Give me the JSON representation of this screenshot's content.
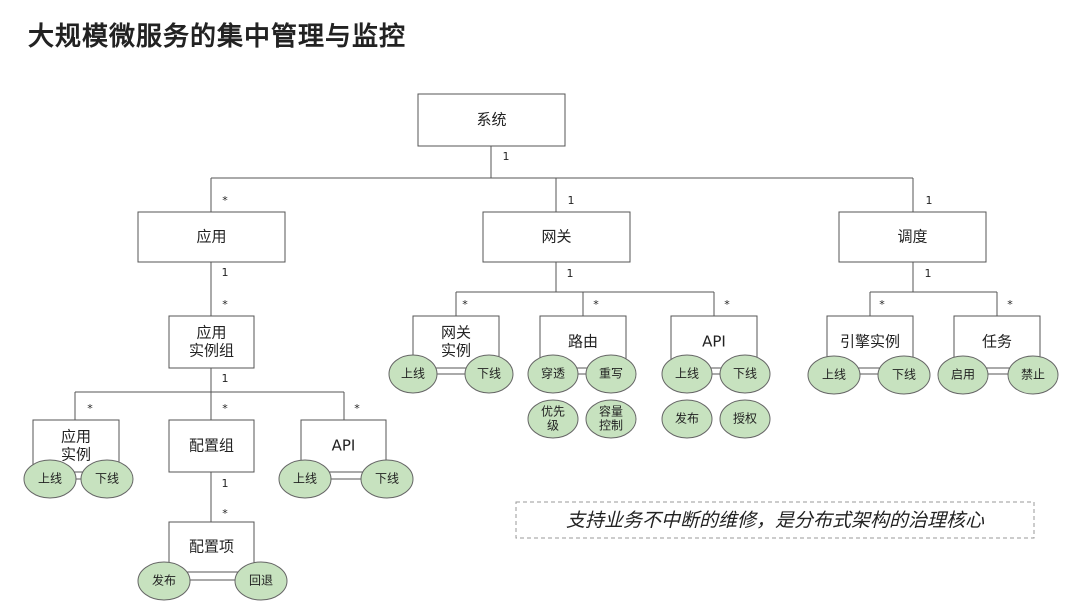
{
  "title": "大规模微服务的集中管理与监控",
  "callout": "支持业务不中断的维修，是分布式架构的治理核心",
  "nodes": {
    "system": "系统",
    "app": "应用",
    "gateway": "网关",
    "schedule": "调度",
    "app_instance_group": [
      "应用",
      "实例组"
    ],
    "gw_instance": [
      "网关",
      "实例"
    ],
    "route": "路由",
    "gw_api": "API",
    "engine_instance": "引擎实例",
    "task": "任务",
    "app_instance": [
      "应用",
      "实例"
    ],
    "config_group": "配置组",
    "app_api": "API",
    "config_item": "配置项"
  },
  "bubbles": {
    "gw_instance_online": "上线",
    "gw_instance_offline": "下线",
    "route_penetrate": "穿透",
    "route_rewrite": "重写",
    "route_priority": [
      "优先",
      "级"
    ],
    "route_capacity": [
      "容量",
      "控制"
    ],
    "gw_api_online": "上线",
    "gw_api_offline": "下线",
    "gw_api_publish": "发布",
    "gw_api_authorize": "授权",
    "engine_online": "上线",
    "engine_offline": "下线",
    "task_enable": "启用",
    "task_disable": "禁止",
    "app_instance_online": "上线",
    "app_instance_offline": "下线",
    "app_api_online": "上线",
    "app_api_offline": "下线",
    "config_publish": "发布",
    "config_rollback": "回退"
  },
  "multiplicities": {
    "one": "1",
    "many": "*"
  }
}
